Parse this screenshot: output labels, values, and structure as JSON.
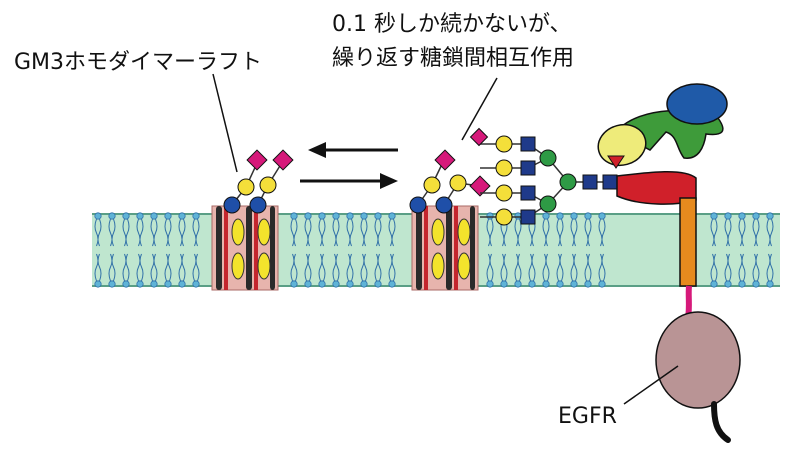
{
  "labels": {
    "gm3_raft": "GM3ホモダイマーラフト",
    "interaction_line1": "0.1 秒しか続かないが、",
    "interaction_line2": "繰り返す糖鎖間相互作用",
    "receptor": "EGFR"
  },
  "colors": {
    "membrane_fill": "#bfe6cf",
    "membrane_edge": "#5a9f86",
    "lipid_tail": "#2f6fa8",
    "lipid_head": "#5fb3d6",
    "raft_fill": "#e7b4ad",
    "protein_yellow": "#f3e32c",
    "sialic_acid": "#d6197a",
    "galactose": "#f4df3a",
    "glucose": "#1f4fa8",
    "glcnac": "#1f3a8a",
    "mannose": "#2e9a45",
    "egfr_body": "#b99495",
    "egfr_red": "#d0202a",
    "egfr_orange": "#e68a1e",
    "egfr_green": "#3e9b3a",
    "egfr_blue": "#1f5aa8",
    "egfr_yellow": "#eeeb7a"
  },
  "icons": {
    "raft": "raft-icon",
    "arrows": "equilibrium-arrows-icon",
    "receptor": "egfr-icon"
  }
}
